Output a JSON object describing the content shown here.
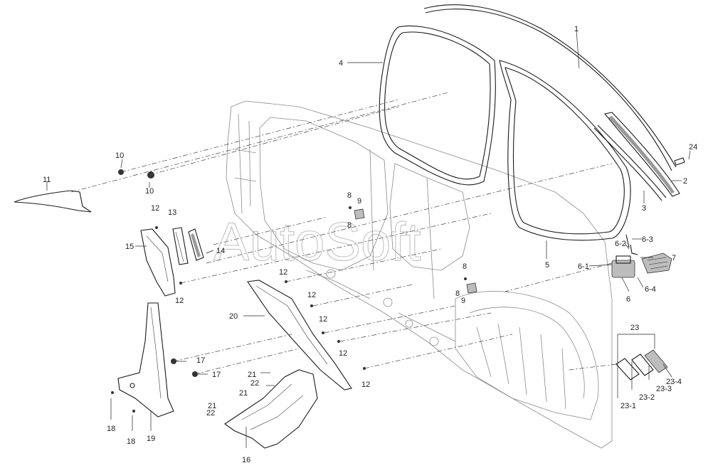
{
  "watermark": "AutoSoft",
  "callouts": [
    {
      "id": "c1",
      "text": "1"
    },
    {
      "id": "c2",
      "text": "2"
    },
    {
      "id": "c3",
      "text": "3"
    },
    {
      "id": "c4",
      "text": "4"
    },
    {
      "id": "c5",
      "text": "5"
    },
    {
      "id": "c6",
      "text": "6"
    },
    {
      "id": "c6_1",
      "text": "6-1"
    },
    {
      "id": "c6_2",
      "text": "6-2"
    },
    {
      "id": "c6_3",
      "text": "6-3"
    },
    {
      "id": "c6_4",
      "text": "6-4"
    },
    {
      "id": "c7",
      "text": "7"
    },
    {
      "id": "c8a",
      "text": "8"
    },
    {
      "id": "c8b",
      "text": "8"
    },
    {
      "id": "c8c",
      "text": "8"
    },
    {
      "id": "c8d",
      "text": "8"
    },
    {
      "id": "c9a",
      "text": "9"
    },
    {
      "id": "c9b",
      "text": "9"
    },
    {
      "id": "c10a",
      "text": "10"
    },
    {
      "id": "c10b",
      "text": "10"
    },
    {
      "id": "c11",
      "text": "11"
    },
    {
      "id": "c12a",
      "text": "12"
    },
    {
      "id": "c12b",
      "text": "12"
    },
    {
      "id": "c12c",
      "text": "12"
    },
    {
      "id": "c12d",
      "text": "12"
    },
    {
      "id": "c12e",
      "text": "12"
    },
    {
      "id": "c12f",
      "text": "12"
    },
    {
      "id": "c12g",
      "text": "12"
    },
    {
      "id": "c13",
      "text": "13"
    },
    {
      "id": "c14",
      "text": "14"
    },
    {
      "id": "c15",
      "text": "15"
    },
    {
      "id": "c16",
      "text": "16"
    },
    {
      "id": "c17a",
      "text": "17"
    },
    {
      "id": "c17b",
      "text": "17"
    },
    {
      "id": "c18a",
      "text": "18"
    },
    {
      "id": "c18b",
      "text": "18"
    },
    {
      "id": "c19",
      "text": "19"
    },
    {
      "id": "c20",
      "text": "20"
    },
    {
      "id": "c21a",
      "text": "21"
    },
    {
      "id": "c21b",
      "text": "21"
    },
    {
      "id": "c21c",
      "text": "21"
    },
    {
      "id": "c22a",
      "text": "22"
    },
    {
      "id": "c22b",
      "text": "22"
    },
    {
      "id": "c23",
      "text": "23"
    },
    {
      "id": "c23_1",
      "text": "23-1"
    },
    {
      "id": "c23_2",
      "text": "23-2"
    },
    {
      "id": "c23_3",
      "text": "23-3"
    },
    {
      "id": "c23_4",
      "text": "23-4"
    },
    {
      "id": "c24",
      "text": "24"
    }
  ]
}
